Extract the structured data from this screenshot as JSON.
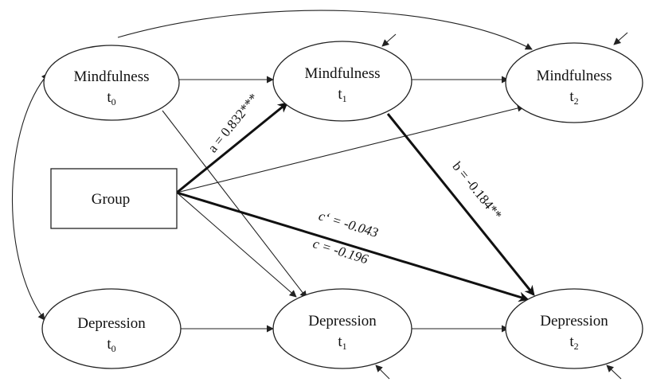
{
  "nodes": {
    "mindfulness_t0": {
      "name": "Mindfulness",
      "time": "t",
      "sub": "0"
    },
    "mindfulness_t1": {
      "name": "Mindfulness",
      "time": "t",
      "sub": "1"
    },
    "mindfulness_t2": {
      "name": "Mindfulness",
      "time": "t",
      "sub": "2"
    },
    "depression_t0": {
      "name": "Depression",
      "time": "t",
      "sub": "0"
    },
    "depression_t1": {
      "name": "Depression",
      "time": "t",
      "sub": "1"
    },
    "depression_t2": {
      "name": "Depression",
      "time": "t",
      "sub": "2"
    },
    "group": {
      "name": "Group"
    }
  },
  "paths": {
    "a": "a = 0.832***",
    "b": "b = -0.184**",
    "c_prime": "c‘ = -0.043",
    "c": "c  = -0.196"
  }
}
